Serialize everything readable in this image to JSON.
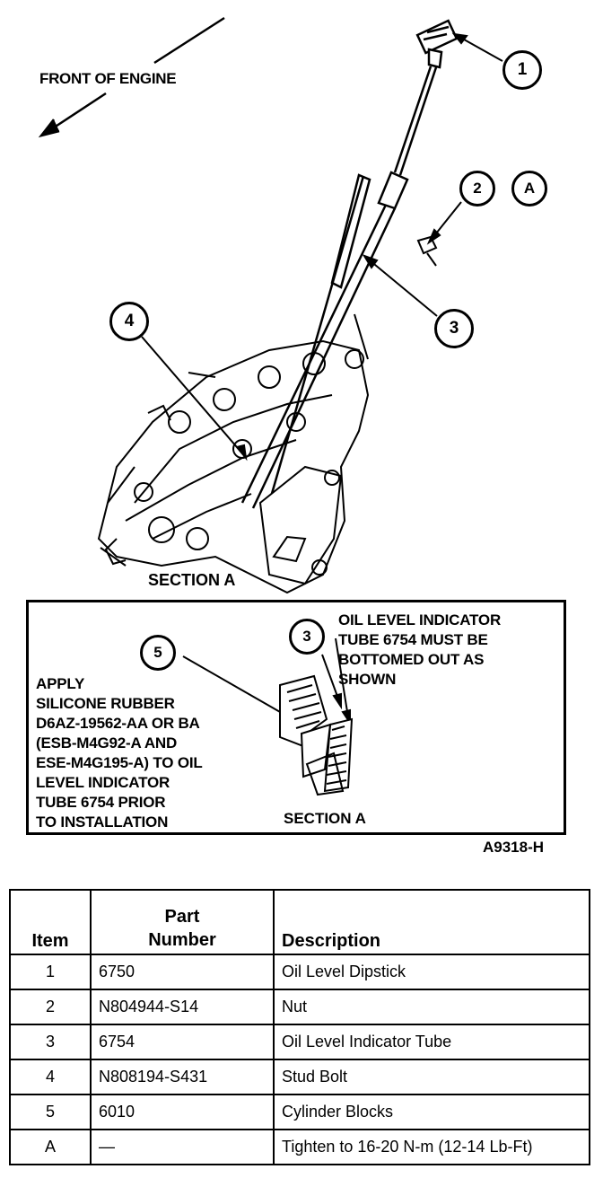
{
  "front_label": "FRONT OF ENGINE",
  "callouts": {
    "c1": "1",
    "c2": "2",
    "cA": "A",
    "c3": "3",
    "c4": "4",
    "c5": "5",
    "c3_detail": "3"
  },
  "section_a_main": "SECTION A",
  "detail": {
    "apply_text": "APPLY\nSILICONE RUBBER\nD6AZ-19562-AA OR BA\n(ESB-M4G92-A AND\nESE-M4G195-A) TO OIL\nLEVEL INDICATOR\nTUBE 6754 PRIOR\nTO INSTALLATION",
    "oil_text": "OIL LEVEL INDICATOR\nTUBE 6754 MUST BE\nBOTTOMED OUT AS\nSHOWN",
    "section_label": "SECTION A"
  },
  "figure_id": "A9318-H",
  "table": {
    "headers": {
      "item": "Item",
      "part_line1": "Part",
      "part_line2": "Number",
      "description": "Description"
    },
    "rows": [
      {
        "item": "1",
        "part": "6750",
        "description": "Oil Level Dipstick"
      },
      {
        "item": "2",
        "part": "N804944-S14",
        "description": "Nut"
      },
      {
        "item": "3",
        "part": "6754",
        "description": "Oil Level Indicator Tube"
      },
      {
        "item": "4",
        "part": "N808194-S431",
        "description": "Stud Bolt"
      },
      {
        "item": "5",
        "part": "6010",
        "description": "Cylinder Blocks"
      },
      {
        "item": "A",
        "part": "—",
        "description": "Tighten to 16-20 N-m (12-14 Lb-Ft)"
      }
    ]
  }
}
